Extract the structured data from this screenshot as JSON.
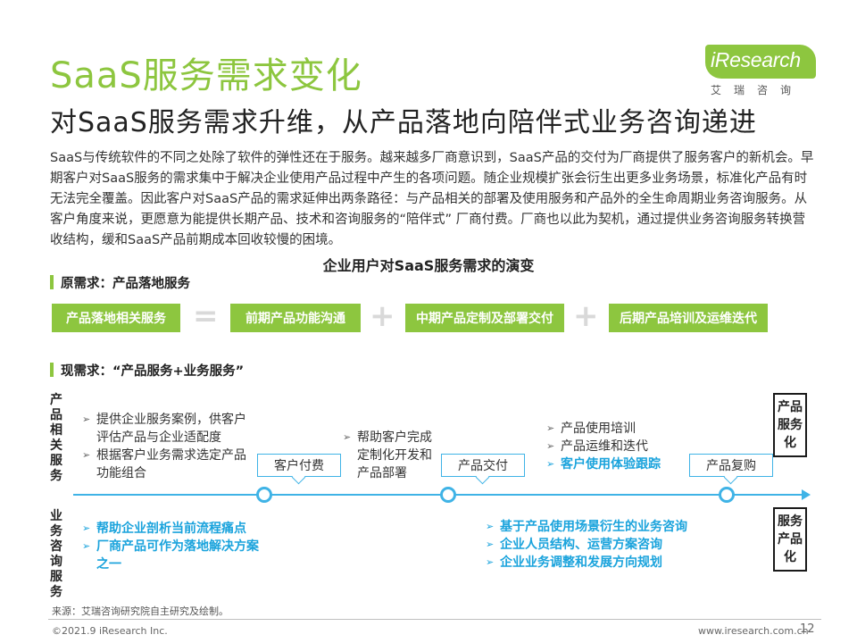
{
  "header": {
    "title": "SaaS服务需求变化",
    "subtitle": "对SaaS服务需求升维，从产品落地向陪伴式业务咨询递进"
  },
  "logo": {
    "text": "iResearch",
    "cn": "艾瑞咨询"
  },
  "intro": "SaaS与传统软件的不同之处除了软件的弹性还在于服务。越来越多厂商意识到，SaaS产品的交付为厂商提供了服务客户的新机会。早期客户对SaaS服务的需求集中于解决企业使用产品过程中产生的各项问题。随企业规模扩张会衍生出更多业务场景，标准化产品有时无法完全覆盖。因此客户对SaaS产品的需求延伸出两条路径：与产品相关的部署及使用服务和产品外的全生命周期业务咨询服务。从客户角度来说，更愿意为能提供长期产品、技术和咨询服务的“陪伴式” 厂商付费。厂商也以此为契机，通过提供业务咨询服务转换营收结构，缓和SaaS产品前期成本回收较慢的困境。",
  "chart_title": "企业用户对SaaS服务需求的演变",
  "original": {
    "heading": "原需求：产品落地服务",
    "main_box": "产品落地相关服务",
    "equals": "=",
    "plus": "+",
    "boxes": [
      "前期产品功能沟通",
      "中期产品定制及部署交付",
      "后期产品培训及运维迭代"
    ]
  },
  "current": {
    "heading": "现需求：“产品服务+业务服务”",
    "left_label": "产品相关服务",
    "left_label_bottom": "业务咨询服务",
    "right_label_top": "产品服务化",
    "right_label_bottom": "服务产品化",
    "top_bullets_1": [
      "提供企业服务案例，供客户评估产品与企业适配度",
      "根据客户业务需求选定产品功能组合"
    ],
    "top_bullets_2": [
      "帮助客户完成定制化开发和产品部署"
    ],
    "top_bullets_3": [
      "产品使用培训",
      "产品运维和迭代",
      "客户使用体验跟踪"
    ],
    "milestones": [
      "客户付费",
      "产品交付",
      "产品复购"
    ],
    "bottom_bullets_1": [
      "帮助企业剖析当前流程痛点",
      "厂商产品可作为落地解决方案之一"
    ],
    "bottom_bullets_2": [
      "基于产品使用场景衍生的业务咨询",
      "企业人员结构、运营方案咨询",
      "企业业务调整和发展方向规划"
    ]
  },
  "footer": {
    "source": "来源：艾瑞咨询研究院自主研究及绘制。",
    "copyright": "©2021.9 iResearch Inc.",
    "website": "www.iresearch.com.cn",
    "page": "12"
  },
  "colors": {
    "accent_green": "#8dc63f",
    "accent_blue": "#1aa3dc",
    "timeline_blue": "#3fb3e6"
  }
}
